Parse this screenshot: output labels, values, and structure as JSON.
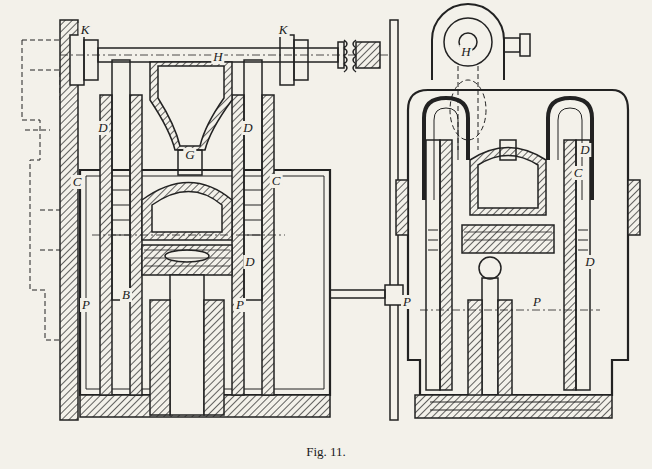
{
  "diagram": {
    "caption": "Fig. 11.",
    "labels": [
      "K",
      "H",
      "K",
      "D",
      "D",
      "G",
      "C",
      "C",
      "D",
      "B",
      "P",
      "P",
      "H",
      "D",
      "C",
      "D",
      "P",
      "P"
    ]
  }
}
